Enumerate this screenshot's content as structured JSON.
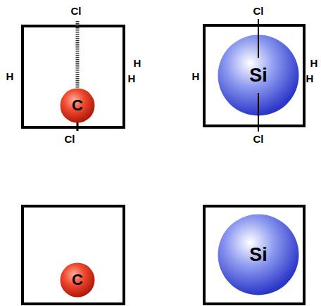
{
  "diagram": {
    "nodes": [
      {
        "text": [
          "C"
        ]
      },
      {
        "text": [
          "Si"
        ]
      },
      {
        "text": [
          "C"
        ]
      },
      {
        "text": [
          "Si"
        ]
      }
    ],
    "labels": [
      "Cl",
      "Cl",
      "H",
      "H",
      "H",
      "H",
      "H",
      "H",
      "Cl",
      "Cl"
    ]
  }
}
